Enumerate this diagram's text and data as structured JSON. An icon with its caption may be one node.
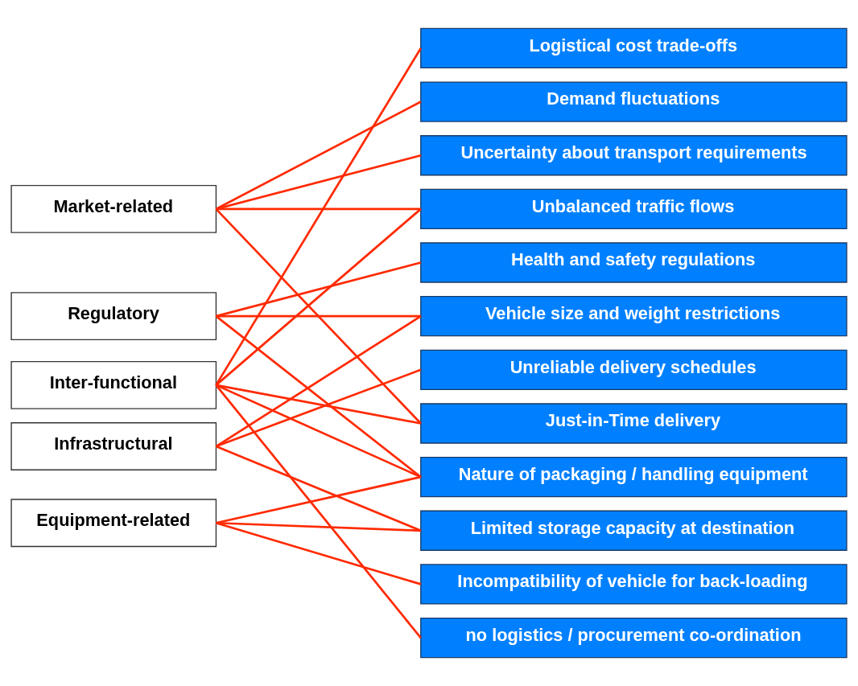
{
  "diagram": {
    "nodes": [
      {
        "text": [
          "Market-related"
        ]
      },
      {
        "text": [
          "Regulatory"
        ]
      },
      {
        "text": [
          "Inter-functional"
        ]
      },
      {
        "text": [
          "Infrastructural"
        ]
      },
      {
        "text": [
          "Equipment-related"
        ]
      },
      {
        "text": [
          "Logistical cost trade-offs"
        ]
      },
      {
        "text": [
          "Demand fluctuations"
        ]
      },
      {
        "text": [
          "Uncertainty about transport requirements"
        ]
      },
      {
        "text": [
          "Unbalanced traffic flows"
        ]
      },
      {
        "text": [
          "Health and safety regulations"
        ]
      },
      {
        "text": [
          "Vehicle size and weight restrictions"
        ]
      },
      {
        "text": [
          "Unreliable delivery schedules"
        ]
      },
      {
        "text": [
          "Just-in-Time delivery"
        ]
      },
      {
        "text": [
          "Nature of packaging / handling equipment"
        ]
      },
      {
        "text": [
          "Limited storage capacity at destination"
        ]
      },
      {
        "text": [
          "Incompatibility of vehicle for back-loading"
        ]
      },
      {
        "text": [
          "no logistics / procurement co-ordination"
        ]
      }
    ],
    "edges": [
      {
        "from": 0,
        "to": 6,
        "arrow": "none"
      },
      {
        "from": 0,
        "to": 7,
        "arrow": "none"
      },
      {
        "from": 0,
        "to": 8,
        "arrow": "none"
      },
      {
        "from": 0,
        "to": 12,
        "arrow": "none"
      },
      {
        "from": 1,
        "to": 9,
        "arrow": "none"
      },
      {
        "from": 1,
        "to": 10,
        "arrow": "none"
      },
      {
        "from": 1,
        "to": 13,
        "arrow": "none"
      },
      {
        "from": 2,
        "to": 5,
        "arrow": "none"
      },
      {
        "from": 2,
        "to": 8,
        "arrow": "none"
      },
      {
        "from": 2,
        "to": 12,
        "arrow": "none"
      },
      {
        "from": 2,
        "to": 13,
        "arrow": "none"
      },
      {
        "from": 2,
        "to": 16,
        "arrow": "none"
      },
      {
        "from": 3,
        "to": 11,
        "arrow": "none"
      },
      {
        "from": 3,
        "to": 10,
        "arrow": "none"
      },
      {
        "from": 3,
        "to": 14,
        "arrow": "none"
      },
      {
        "from": 4,
        "to": 13,
        "arrow": "none"
      },
      {
        "from": 4,
        "to": 14,
        "arrow": "none"
      },
      {
        "from": 4,
        "to": 15,
        "arrow": "none"
      }
    ]
  }
}
